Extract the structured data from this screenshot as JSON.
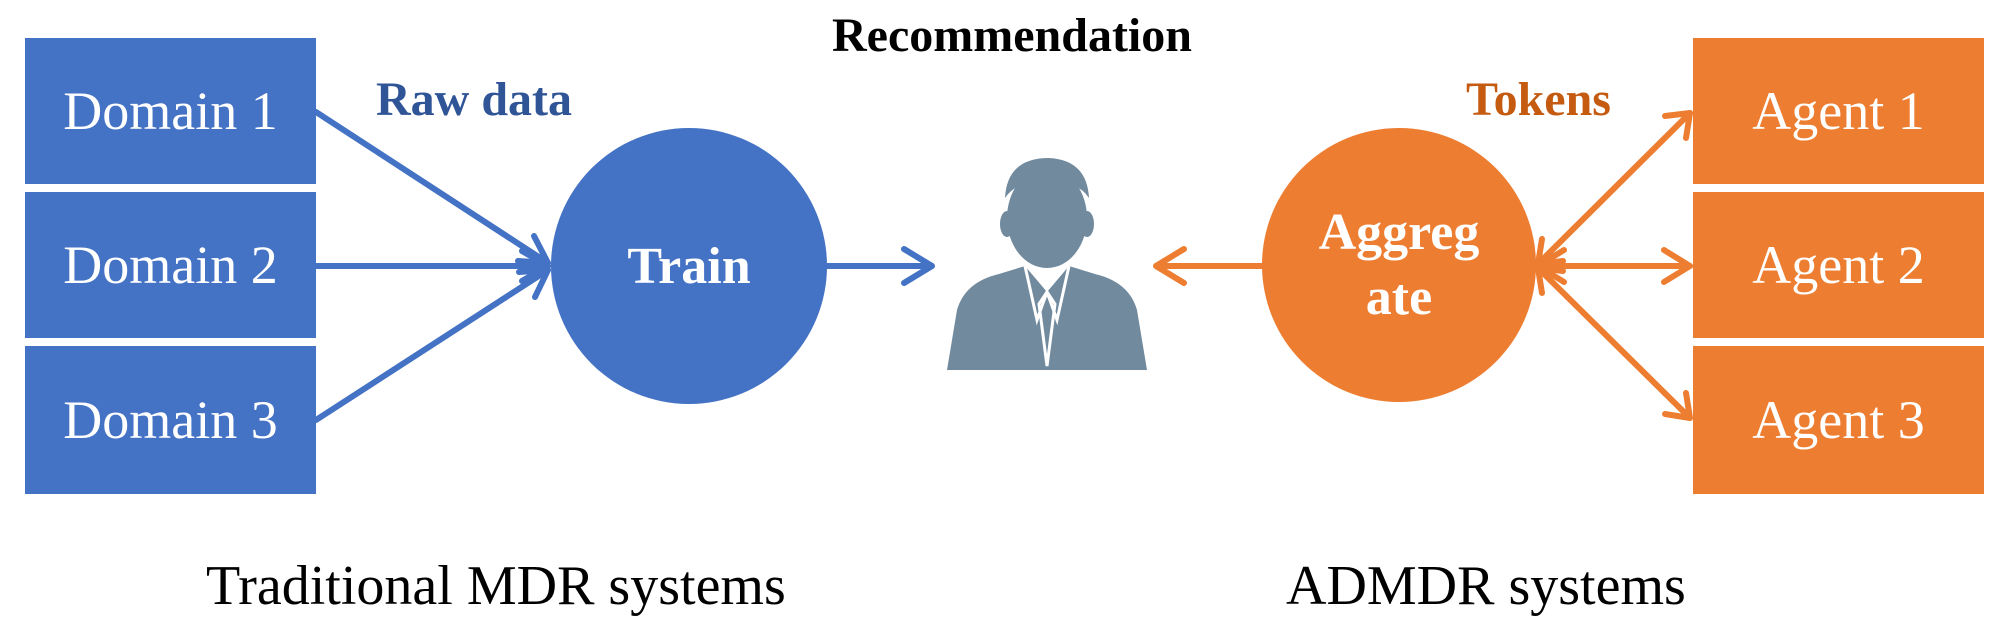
{
  "title": "Recommendation",
  "colors": {
    "blue": "#4472C4",
    "orange": "#ED7D31",
    "user": "#718A9E"
  },
  "left": {
    "domains": [
      "Domain 1",
      "Domain 2",
      "Domain 3"
    ],
    "arrow_label": "Raw data",
    "node": "Train",
    "caption": "Traditional MDR systems"
  },
  "right": {
    "agents": [
      "Agent 1",
      "Agent 2",
      "Agent 3"
    ],
    "arrow_label": "Tokens",
    "node": "Aggreg ate",
    "caption": "ADMDR systems"
  },
  "center": {
    "icon": "user-icon"
  }
}
